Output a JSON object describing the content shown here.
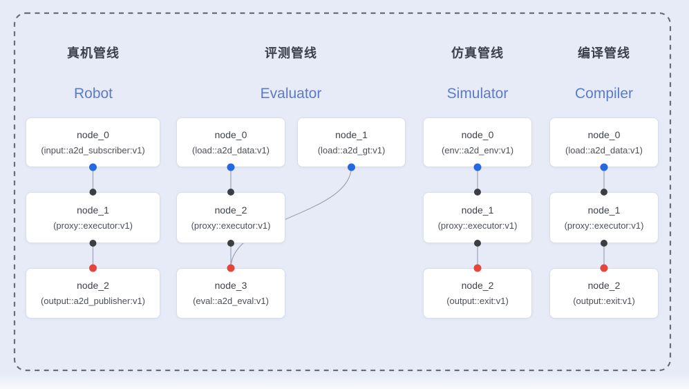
{
  "diagram": {
    "pipelines": [
      {
        "title_cn": "真机管线",
        "title_en": "Robot",
        "nodes": [
          {
            "title": "node_0",
            "subtitle": "(input::a2d_subscriber:v1)"
          },
          {
            "title": "node_1",
            "subtitle": "(proxy::executor:v1)"
          },
          {
            "title": "node_2",
            "subtitle": "(output::a2d_publisher:v1)"
          }
        ]
      },
      {
        "title_cn": "评测管线",
        "title_en": "Evaluator",
        "nodes": [
          {
            "title": "node_0",
            "subtitle": "(load::a2d_data:v1)"
          },
          {
            "title": "node_1",
            "subtitle": "(load::a2d_gt:v1)"
          },
          {
            "title": "node_2",
            "subtitle": "(proxy::executor:v1)"
          },
          {
            "title": "node_3",
            "subtitle": "(eval::a2d_eval:v1)"
          }
        ]
      },
      {
        "title_cn": "仿真管线",
        "title_en": "Simulator",
        "nodes": [
          {
            "title": "node_0",
            "subtitle": "(env::a2d_env:v1)"
          },
          {
            "title": "node_1",
            "subtitle": "(proxy::executor:v1)"
          },
          {
            "title": "node_2",
            "subtitle": "(output::exit:v1)"
          }
        ]
      },
      {
        "title_cn": "编译管线",
        "title_en": "Compiler",
        "nodes": [
          {
            "title": "node_0",
            "subtitle": "(load::a2d_data:v1)"
          },
          {
            "title": "node_1",
            "subtitle": "(proxy::executor:v1)"
          },
          {
            "title": "node_2",
            "subtitle": "(output::exit:v1)"
          }
        ]
      }
    ],
    "colors": {
      "background": "#e7ebf7",
      "frame_dash": "#666d78",
      "edge": "#9aa2b3",
      "port_input_blue": "#2469e3",
      "port_mid_black": "#3b3e42",
      "port_output_red": "#e8453a",
      "title_cn_color": "#3a3f4b",
      "title_en_color": "#5a7bca",
      "node_bg": "#ffffff",
      "node_border": "#d9deea"
    }
  }
}
